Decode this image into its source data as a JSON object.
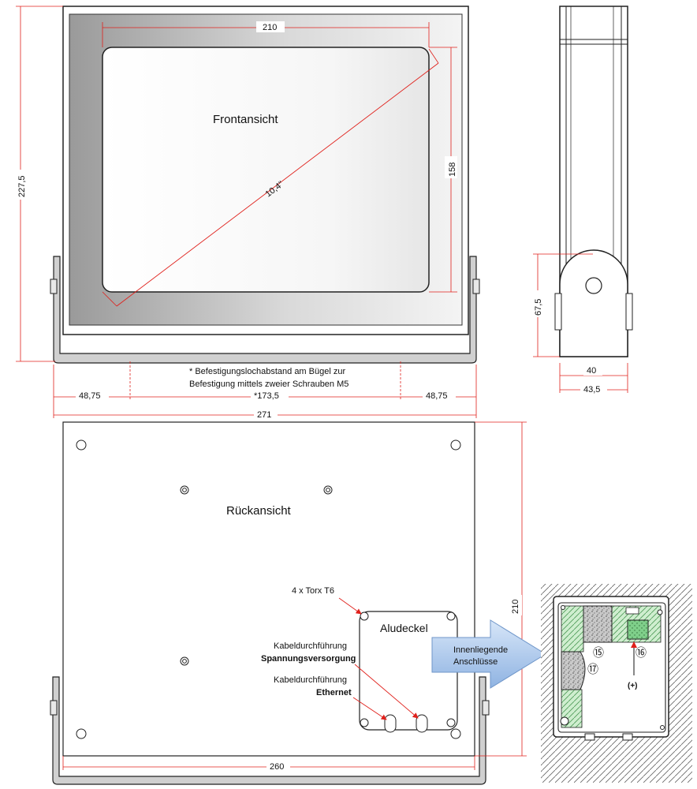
{
  "views": {
    "front": "Frontansicht",
    "back": "Rückansicht",
    "cover": "Aludeckel"
  },
  "dimensions": {
    "width_210": "210",
    "height_158": "158",
    "diag": "10,4\"",
    "height_227": "227,5",
    "left_4875": "48,75",
    "center_1735": "*173,5",
    "right_4875": "48,75",
    "total_271": "271",
    "side_675": "67,5",
    "side_40": "40",
    "side_435": "43,5",
    "back_210": "210",
    "back_260": "260"
  },
  "notes": {
    "mount_line1": "* Befestigungslochabstand am Bügel zur",
    "mount_line2": "Befestigung mittels zweier Schrauben M5",
    "torx": "4 x Torx T6",
    "cable_power_1": "Kabeldurchführung",
    "cable_power_2": "Spannungsversorgung",
    "cable_eth_1": "Kabeldurchführung",
    "cable_eth_2": "Ethernet"
  },
  "callout": {
    "line1": "Innenliegende",
    "line2": "Anschlüsse"
  },
  "detail": {
    "c15": "⑮",
    "c16": "⑯",
    "c17": "⑰",
    "plus": "(+)"
  },
  "colors": {
    "dimension": "#e0201b",
    "outline": "#222222",
    "green": "#8fd49a",
    "callout": "#9cc0ea"
  }
}
